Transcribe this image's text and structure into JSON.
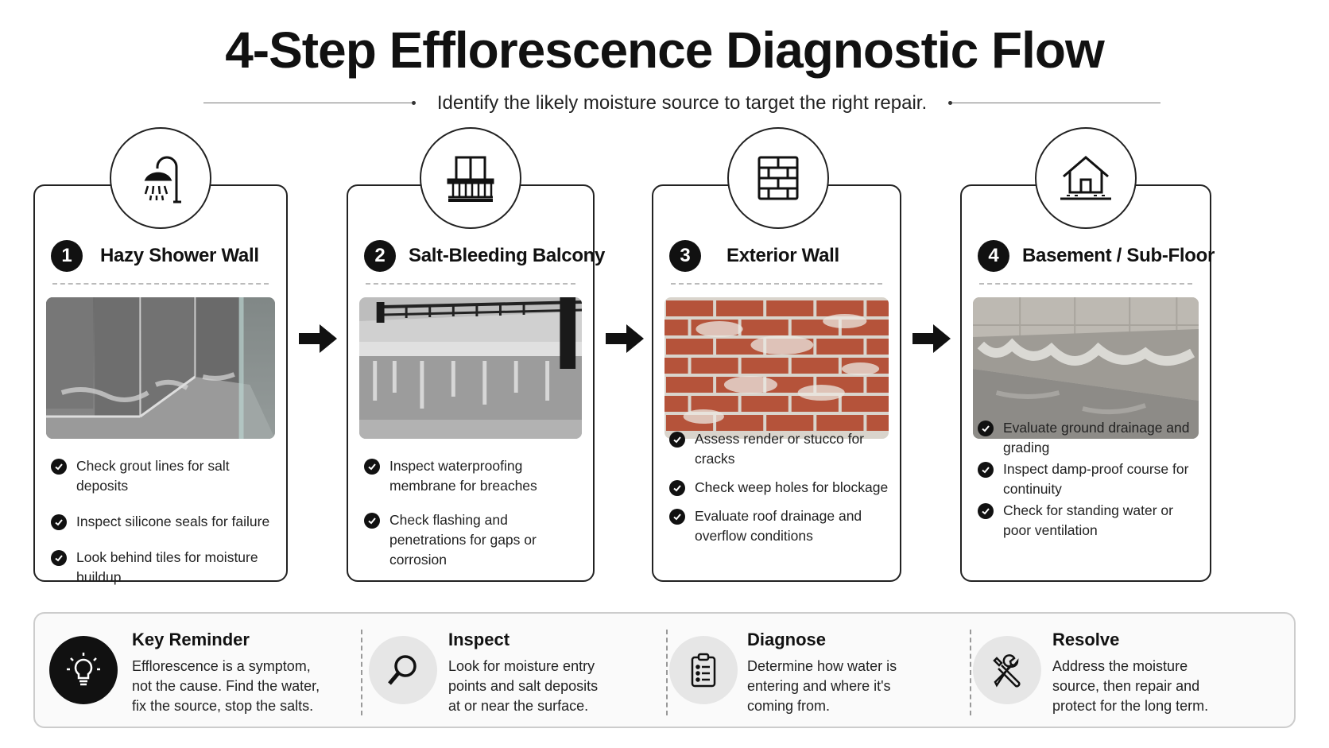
{
  "title": "4-Step Efflorescence Diagnostic Flow",
  "subtitle": "Identify the likely moisture source to target the right repair.",
  "steps": [
    {
      "number": "1",
      "title": "Hazy Shower Wall",
      "icon": "shower-icon",
      "checks": [
        "Check grout lines for salt deposits",
        "Inspect silicone seals for failure",
        "Look behind tiles for moisture buildup"
      ]
    },
    {
      "number": "2",
      "title": "Salt-Bleeding Balcony",
      "icon": "balcony-icon",
      "checks": [
        "Inspect waterproofing membrane for breaches",
        "Check flashing and penetrations for gaps or corrosion"
      ]
    },
    {
      "number": "3",
      "title": "Exterior Wall",
      "icon": "brick-wall-icon",
      "checks": [
        "Assess render or stucco for cracks",
        "Check weep holes for blockage",
        "Evaluate roof drainage and overflow conditions"
      ]
    },
    {
      "number": "4",
      "title": "Basement / Sub-Floor",
      "icon": "house-basement-icon",
      "checks": [
        "Evaluate ground drainage and grading",
        "Inspect damp-proof course for continuity",
        "Check for standing water or poor ventilation"
      ]
    }
  ],
  "bottom": [
    {
      "icon": "lightbulb-icon",
      "title": "Key Reminder",
      "text": "Efflorescence is a symptom, not the cause. Find the water, fix the source, stop the salts."
    },
    {
      "icon": "magnifier-icon",
      "title": "Inspect",
      "text": "Look for moisture entry points and salt deposits at or near the surface."
    },
    {
      "icon": "clipboard-icon",
      "title": "Diagnose",
      "text": "Determine how water is entering and where it's coming from."
    },
    {
      "icon": "tools-icon",
      "title": "Resolve",
      "text": "Address the moisture source, then repair and protect for the long term."
    }
  ],
  "colors": {
    "ink": "#111111",
    "card_border": "#222222",
    "panel_bg": "#fafafa"
  }
}
